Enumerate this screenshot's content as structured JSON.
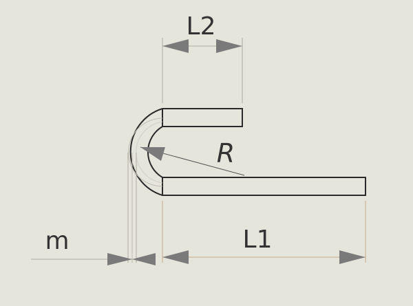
{
  "labels": {
    "l2": "L2",
    "r": "R",
    "m": "m",
    "l1": "L1"
  },
  "colors": {
    "background": "#e6e5dc",
    "part_outline": "#2a2a2a",
    "dimension_line": "#b0aca0",
    "dimension_line_warm": "#c7a98a",
    "arrowhead": "#7a7a7a",
    "label_text": "#333333"
  }
}
